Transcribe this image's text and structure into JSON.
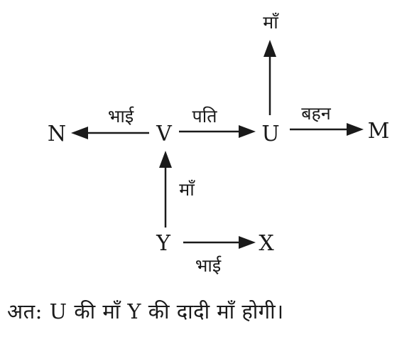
{
  "nodes": {
    "N": "N",
    "V": "V",
    "U": "U",
    "M": "M",
    "Y": "Y",
    "X": "X"
  },
  "relations": {
    "v_to_n": "भाई",
    "v_to_u": "पति",
    "u_to_m": "बहन",
    "u_up": "माँ",
    "y_to_v": "माँ",
    "y_to_x": "भाई"
  },
  "conclusion": "अत: U की माँ Y की दादी माँ होगी।"
}
